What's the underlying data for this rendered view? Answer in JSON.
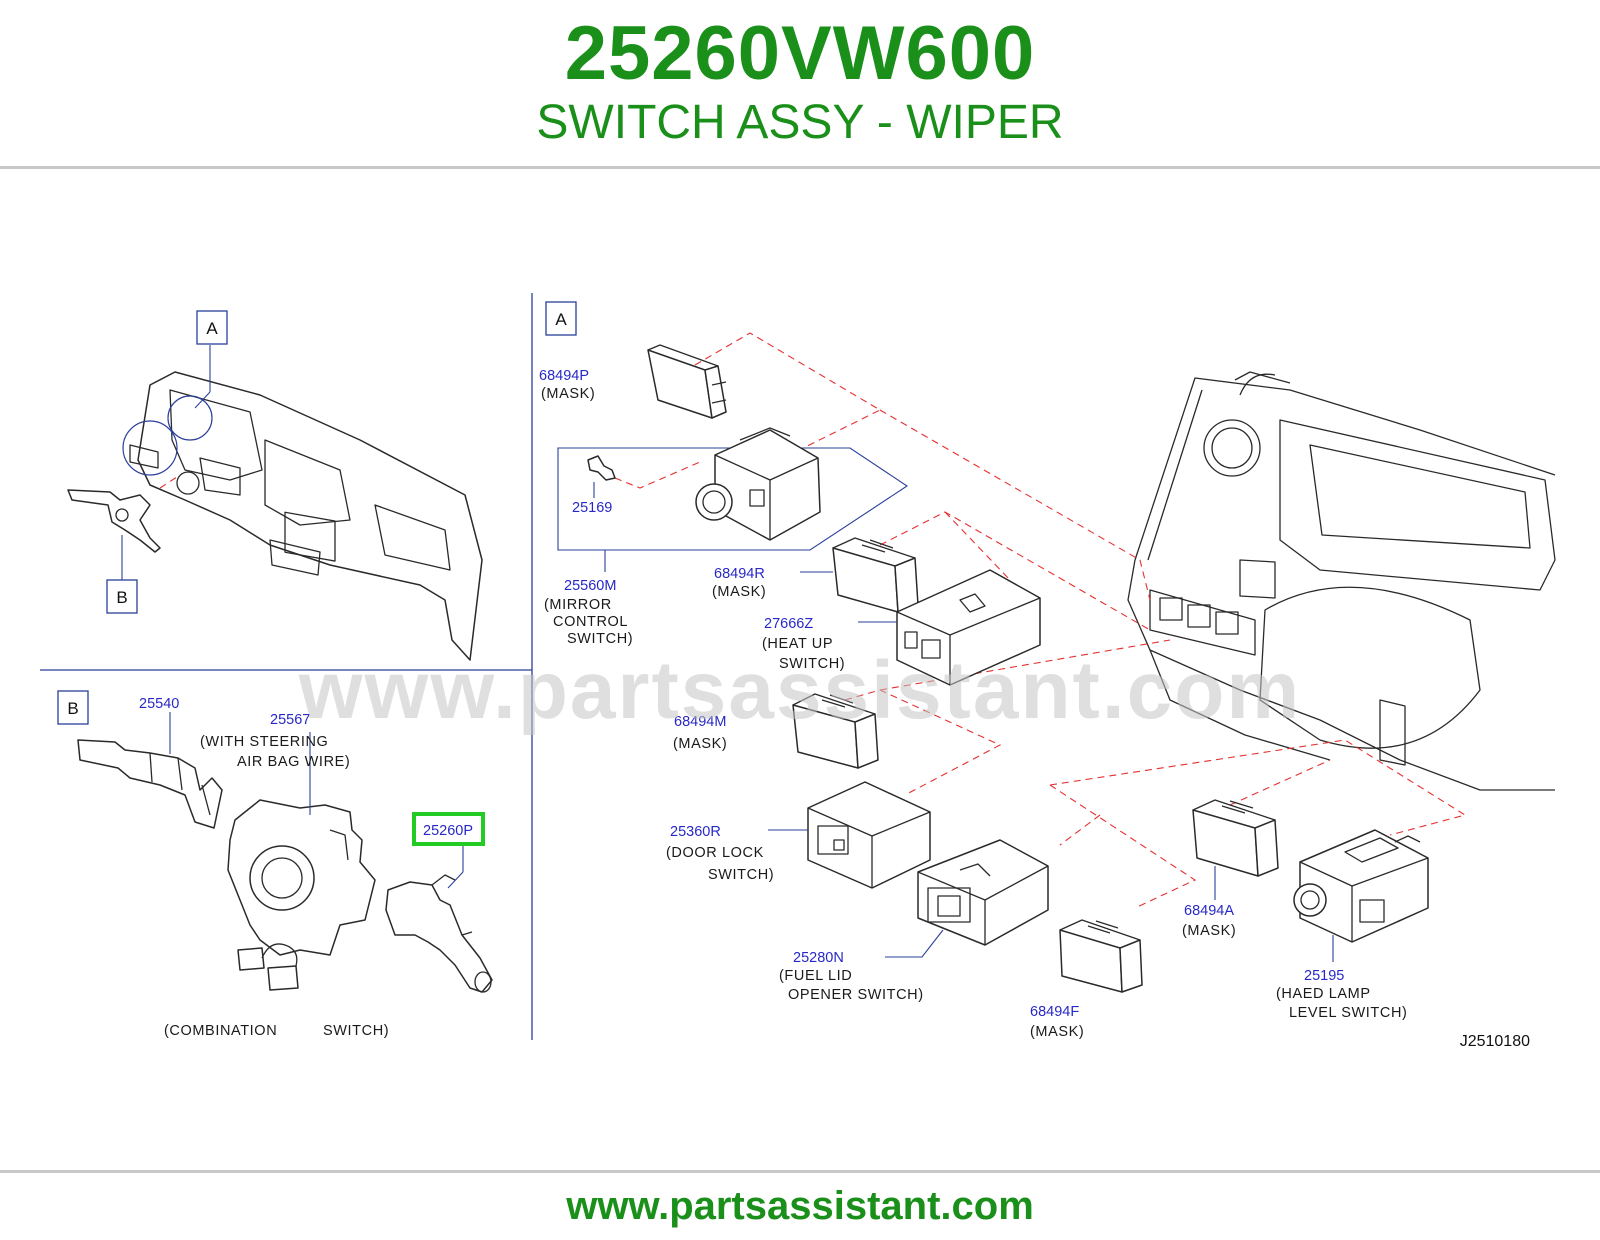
{
  "header": {
    "part_number": "25260VW600",
    "part_name": "SWITCH ASSY - WIPER"
  },
  "watermark": "www.partsassistant.com",
  "footer": {
    "url": "www.partsassistant.com"
  },
  "diagram": {
    "ref_code": "J2510180",
    "section_a": {
      "marker": "A"
    },
    "section_b": {
      "marker": "B"
    },
    "overview": {
      "marker_a": "A",
      "marker_b": "B"
    },
    "highlight_color": "#22cc22",
    "parts": {
      "p68494P": {
        "number": "68494P",
        "desc": [
          "(MASK)"
        ]
      },
      "p25169": {
        "number": "25169",
        "desc": []
      },
      "p25560M": {
        "number": "25560M",
        "desc": [
          "(MIRROR",
          "CONTROL",
          "SWITCH)"
        ]
      },
      "p68494R": {
        "number": "68494R",
        "desc": [
          "(MASK)"
        ]
      },
      "p27666Z": {
        "number": "27666Z",
        "desc": [
          "(HEAT   UP",
          "SWITCH)"
        ]
      },
      "p68494M": {
        "number": "68494M",
        "desc": [
          "(MASK)"
        ]
      },
      "p25360R": {
        "number": "25360R",
        "desc": [
          "(DOOR   LOCK",
          "SWITCH)"
        ]
      },
      "p25280N": {
        "number": "25280N",
        "desc": [
          "(FUEL   LID",
          "OPENER   SWITCH)"
        ]
      },
      "p68494F": {
        "number": "68494F",
        "desc": [
          "(MASK)"
        ]
      },
      "p68494A": {
        "number": "68494A",
        "desc": [
          "(MASK)"
        ]
      },
      "p25195": {
        "number": "25195",
        "desc": [
          "(HAED   LAMP",
          "LEVEL   SWITCH)"
        ]
      },
      "p25540": {
        "number": "25540",
        "desc": []
      },
      "p25567": {
        "number": "25567",
        "desc": [
          "(WITH   STEERING",
          "AIR   BAG   WIRE)"
        ]
      },
      "p25260P": {
        "number": "25260P",
        "desc": []
      }
    },
    "combination_caption": [
      "(COMBINATION",
      "SWITCH)"
    ]
  }
}
